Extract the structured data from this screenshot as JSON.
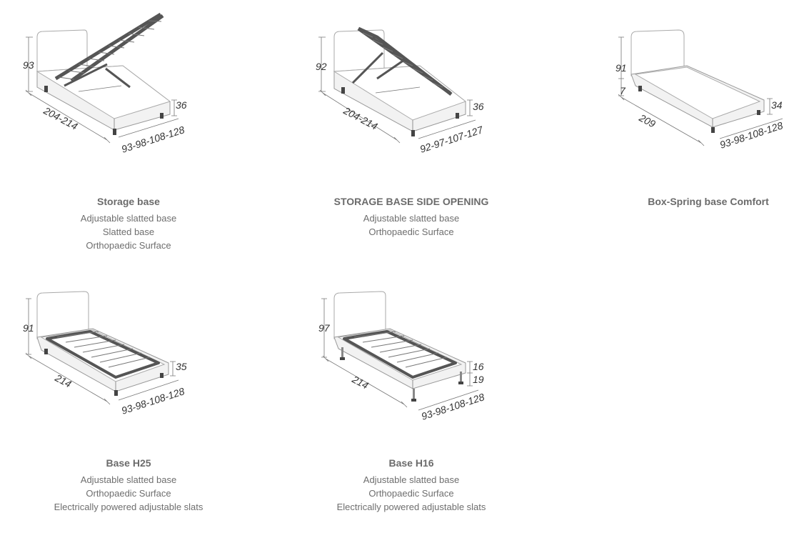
{
  "products": [
    {
      "title": "Storage base",
      "features": [
        "Adjustable slatted base",
        "Slatted base",
        "Orthopaedic Surface"
      ],
      "dimensions": {
        "height": "93",
        "length": "204-214",
        "side": "36",
        "width": "93-98-108-128"
      }
    },
    {
      "title": "STORAGE BASE SIDE OPENING",
      "features": [
        "Adjustable slatted base",
        "Orthopaedic Surface"
      ],
      "dimensions": {
        "height": "92",
        "length": "204-214",
        "side": "36",
        "width": "92-97-107-127"
      }
    },
    {
      "title": "Box-Spring base Comfort",
      "features": [],
      "dimensions": {
        "height": "91",
        "feet": "7",
        "length": "209",
        "side": "34",
        "width": "93-98-108-128"
      }
    },
    {
      "title": "Base H25",
      "features": [
        "Adjustable slatted base",
        "Orthopaedic Surface",
        "Electrically powered adjustable slats"
      ],
      "dimensions": {
        "height": "91",
        "length": "214",
        "side": "35",
        "width": "93-98-108-128"
      }
    },
    {
      "title": "Base H16",
      "features": [
        "Adjustable slatted base",
        "Orthopaedic Surface",
        "Electrically powered adjustable slats"
      ],
      "dimensions": {
        "height": "97",
        "length": "214",
        "side_top": "16",
        "side_bottom": "19",
        "width": "93-98-108-128"
      }
    }
  ]
}
